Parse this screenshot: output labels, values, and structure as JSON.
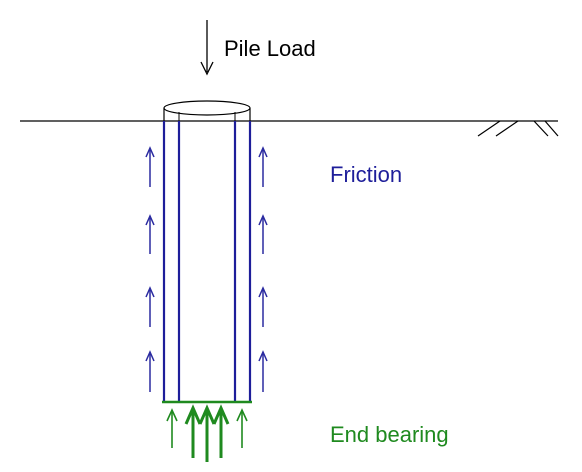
{
  "labels": {
    "load": "Pile Load",
    "friction": "Friction",
    "end_bearing": "End bearing"
  },
  "colors": {
    "outline": "#000000",
    "pile": "#1e1e9a",
    "friction_arrows": "#2a2aa0",
    "bearing": "#1f8a1f",
    "friction_text": "#1e1e9a",
    "bearing_text": "#1f8a1f",
    "load_text": "#000000"
  }
}
